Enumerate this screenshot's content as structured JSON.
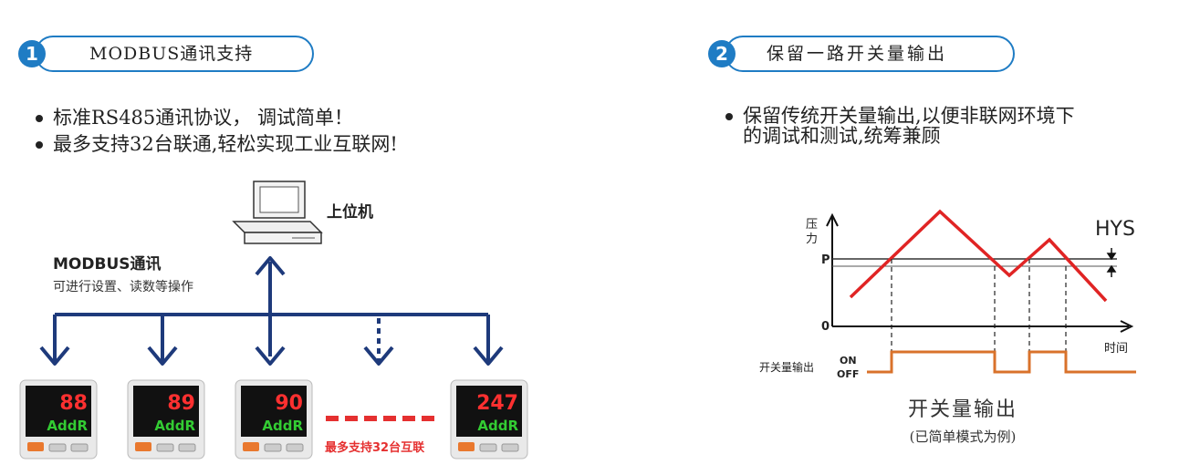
{
  "left": {
    "badge": "1",
    "title": "MODBUS通讯支持",
    "bullets": [
      "标准RS485通讯协议， 调试简单！",
      "最多支持32台联通,轻松实现工业互联网!"
    ],
    "host_label": "上位机",
    "modbus_title": "MODBUS通讯",
    "modbus_desc": "可进行设置、读数等操作",
    "devices": [
      {
        "value": "88",
        "sub": "AddR"
      },
      {
        "value": "89",
        "sub": "AddR"
      },
      {
        "value": "90",
        "sub": "AddR"
      },
      {
        "value": "247",
        "sub": "AddR"
      }
    ],
    "max_label": "最多支持32台互联"
  },
  "right": {
    "badge": "2",
    "title": "保留一路开关量输出",
    "bullet_line1": "保留传统开关量输出,以便非联网环境下",
    "bullet_line2": "的调试和测试,统筹兼顾",
    "diagram": {
      "y_label_1": "压",
      "y_label_2": "力",
      "p_label": "P",
      "zero_label": "0",
      "hys_label": "HYS",
      "time_label": "时间",
      "output_label": "开关量输出",
      "on_label": "ON",
      "off_label": "OFF"
    },
    "caption": "开关量输出",
    "subcaption": "(已简单模式为例)"
  },
  "colors": {
    "accent": "#1f7cc4",
    "navy": "#1e3a7b",
    "red": "#e53030",
    "orange": "#d9722b"
  }
}
